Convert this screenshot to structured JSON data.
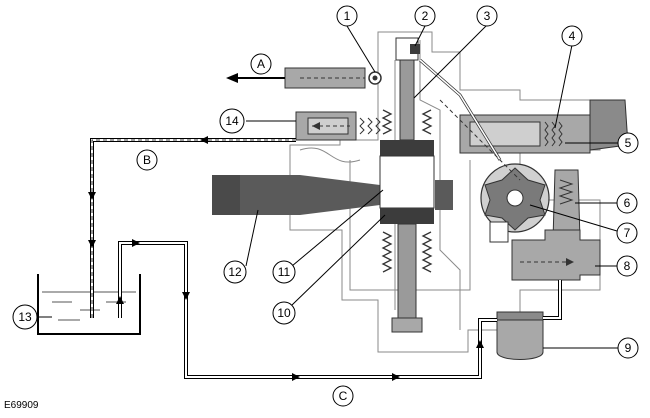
{
  "figure_id": "E69909",
  "callouts": [
    {
      "label": "1"
    },
    {
      "label": "2"
    },
    {
      "label": "3"
    },
    {
      "label": "4"
    },
    {
      "label": "5"
    },
    {
      "label": "6"
    },
    {
      "label": "7"
    },
    {
      "label": "8"
    },
    {
      "label": "9"
    },
    {
      "label": "10"
    },
    {
      "label": "11"
    },
    {
      "label": "12"
    },
    {
      "label": "13"
    },
    {
      "label": "14"
    }
  ],
  "flow_labels": [
    {
      "label": "A"
    },
    {
      "label": "B"
    },
    {
      "label": "C"
    }
  ],
  "colors": {
    "line": "#000000",
    "housing": "#8a8a8a",
    "shaft": "#5a5a5a",
    "component": "#a8a8a8",
    "piston_band": "#3c3c3c"
  }
}
